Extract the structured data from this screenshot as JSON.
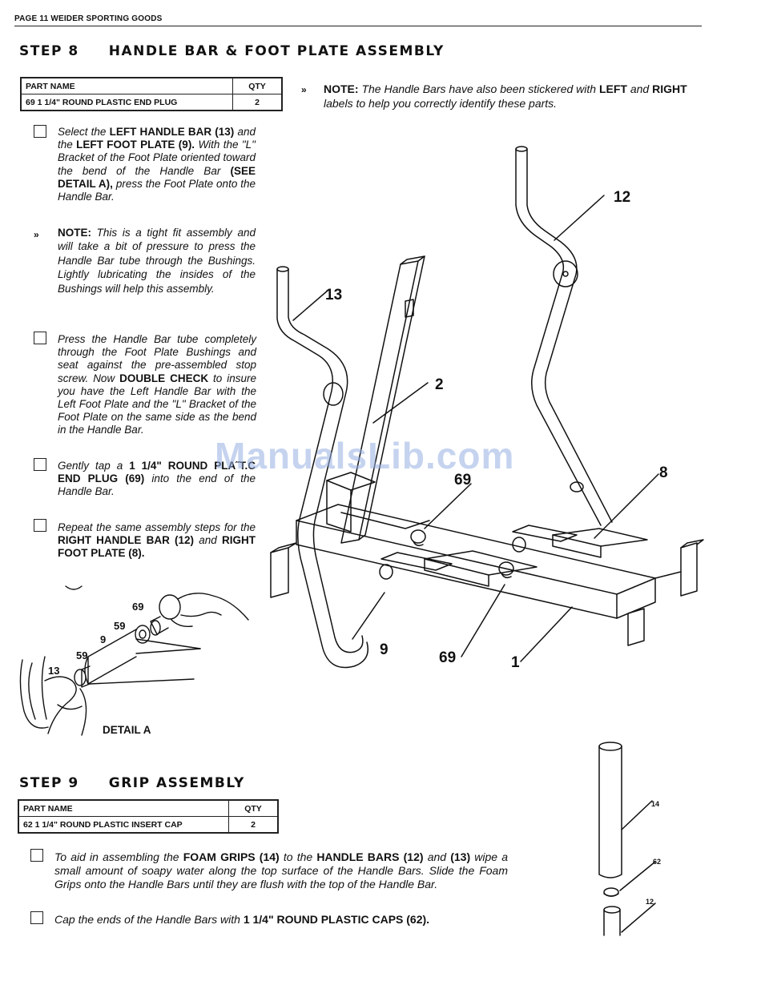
{
  "header": {
    "page_label": "PAGE 11  WEIDER SPORTING GOODS"
  },
  "step8": {
    "title": "STEP 8     HANDLE BAR & FOOT PLATE ASSEMBLY",
    "parts_table": {
      "col_part": "PART NAME",
      "col_qty": "QTY",
      "row_part": "69   1 1/4\" ROUND PLASTIC END PLUG",
      "row_qty": "2"
    },
    "top_note": {
      "mark": "»",
      "label": "NOTE:",
      "text_a": "The Handle Bars have also been stickered with",
      "left": "LEFT",
      "and": "and",
      "right": "RIGHT",
      "text_b": "labels to help you correctly identify these parts."
    },
    "instr1": {
      "t1": "Select the",
      "b1": "LEFT HANDLE BAR (13)",
      "t2": "and the",
      "b2": "LEFT FOOT PLATE (9).",
      "t3": "With the \"L\" Bracket of the Foot Plate oriented toward the bend of the Handle Bar",
      "b3": "(SEE DETAIL A),",
      "t4": "press the Foot Plate onto the Handle Bar."
    },
    "note2": {
      "mark": "»",
      "label": "NOTE:",
      "text": "This is a tight fit assembly and will take a bit of pressure to press the Handle Bar tube through the Bushings.   Lightly lubricating the insides of the Bushings will help this assembly."
    },
    "instr2": {
      "t1": "Press the Handle Bar tube completely through the Foot Plate Bushings and seat against the pre-assembled stop screw.   Now",
      "b1": "DOUBLE CHECK",
      "t2": "to insure you have the Left Handle Bar with the Left Foot Plate and the \"L\" Bracket of the Foot Plate on the same side as the bend in the Handle Bar."
    },
    "instr3": {
      "t1": "Gently tap a",
      "b1": "1 1/4\" ROUND PLA˝T.C END PLUG (69)",
      "t2": "into the end of the Handle Bar."
    },
    "instr4": {
      "t1": "Repeat the same assembly steps for the",
      "b1": "RIGHT HANDLE BAR (12)",
      "t2": "and",
      "b2": "RIGHT FOOT PLATE (8)."
    },
    "detail": {
      "label": "DETAIL A",
      "callouts": [
        "69",
        "59",
        "9",
        "59",
        "13"
      ]
    },
    "diagram_callouts": [
      "12",
      "13",
      "2",
      "69",
      "8",
      "9",
      "69",
      "1"
    ]
  },
  "step9": {
    "title": "STEP 9     GRIP ASSEMBLY",
    "parts_table": {
      "col_part": "PART NAME",
      "col_qty": "QTY",
      "row_part": "62   1 1/4\" ROUND PLASTIC INSERT CAP",
      "row_qty": "2"
    },
    "instr1": {
      "t1": "To aid in assembling the",
      "b1": "FOAM GRIPS (14)",
      "t2": "to the",
      "b2": "HANDLE BARS (12)",
      "t3": "and",
      "b3": "(13)",
      "t4": "wipe a small amount of soapy water along the top surface of the Handle Bars.  Slide the Foam Grips onto the Handle Bars until they are flush with the top of the Handle Bar."
    },
    "instr2": {
      "t1": "Cap the ends of the Handle Bars with",
      "b1": "1 1/4\" ROUND PLASTIC CAPS (62)."
    },
    "grip_callouts": [
      "14",
      "62",
      "12"
    ]
  },
  "watermark": "ManualsLib.com"
}
